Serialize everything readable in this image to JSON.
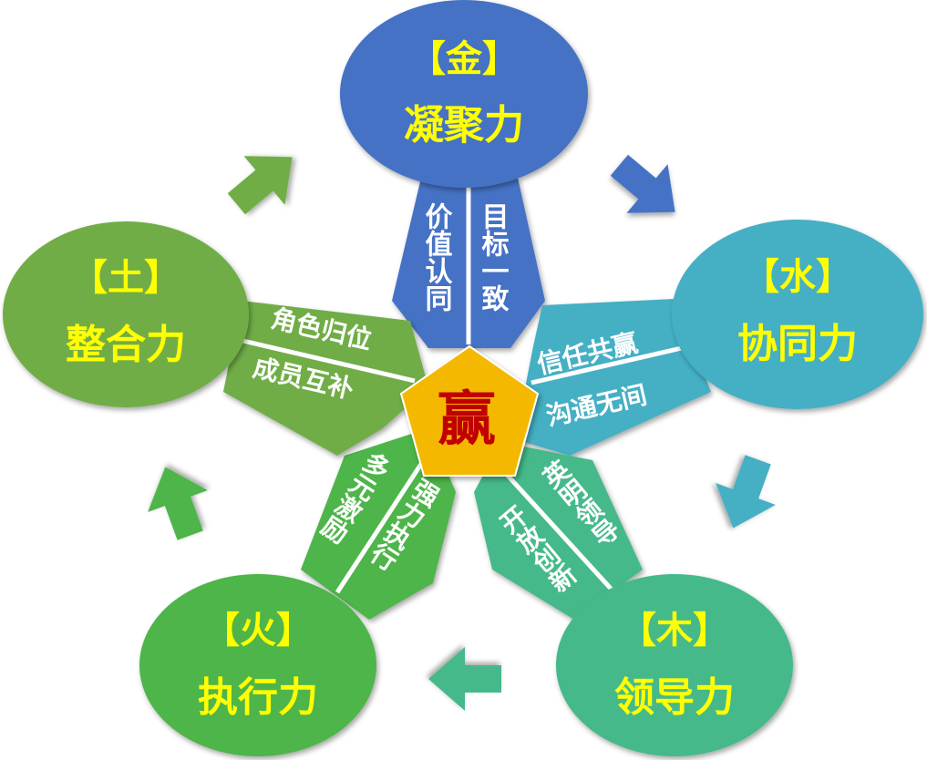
{
  "center": {
    "label": "赢",
    "fill": "#F5B800",
    "text_color": "#C00000"
  },
  "nodes": [
    {
      "id": "metal",
      "element": "【金】",
      "force": "凝聚力",
      "fill": "#4472C4",
      "text_color": "#FFFF00",
      "traits": [
        "价值认同",
        "目标一致"
      ]
    },
    {
      "id": "water",
      "element": "【水】",
      "force": "协同力",
      "fill": "#45AFC4",
      "text_color": "#FFFF00",
      "traits": [
        "信任共赢",
        "沟通无间"
      ]
    },
    {
      "id": "wood",
      "element": "【木】",
      "force": "领导力",
      "fill": "#45B98A",
      "text_color": "#FFFF00",
      "traits": [
        "英明领导",
        "开放创新"
      ]
    },
    {
      "id": "fire",
      "element": "【火】",
      "force": "执行力",
      "fill": "#4EB548",
      "text_color": "#FFFF00",
      "traits": [
        "强力执行",
        "多元激励"
      ]
    },
    {
      "id": "earth",
      "element": "【土】",
      "force": "整合力",
      "fill": "#6FAD47",
      "text_color": "#FFFF00",
      "traits": [
        "角色归位",
        "成员互补"
      ]
    }
  ],
  "arrows": [
    {
      "id": "metal-to-water",
      "fill": "#4472C4",
      "icon": "arrow-icon"
    },
    {
      "id": "water-to-wood",
      "fill": "#45AFC4",
      "icon": "arrow-icon"
    },
    {
      "id": "wood-to-fire",
      "fill": "#45B98A",
      "icon": "arrow-icon"
    },
    {
      "id": "fire-to-earth",
      "fill": "#4EB548",
      "icon": "arrow-icon"
    },
    {
      "id": "earth-to-metal",
      "fill": "#6FAD47",
      "icon": "arrow-icon"
    }
  ]
}
